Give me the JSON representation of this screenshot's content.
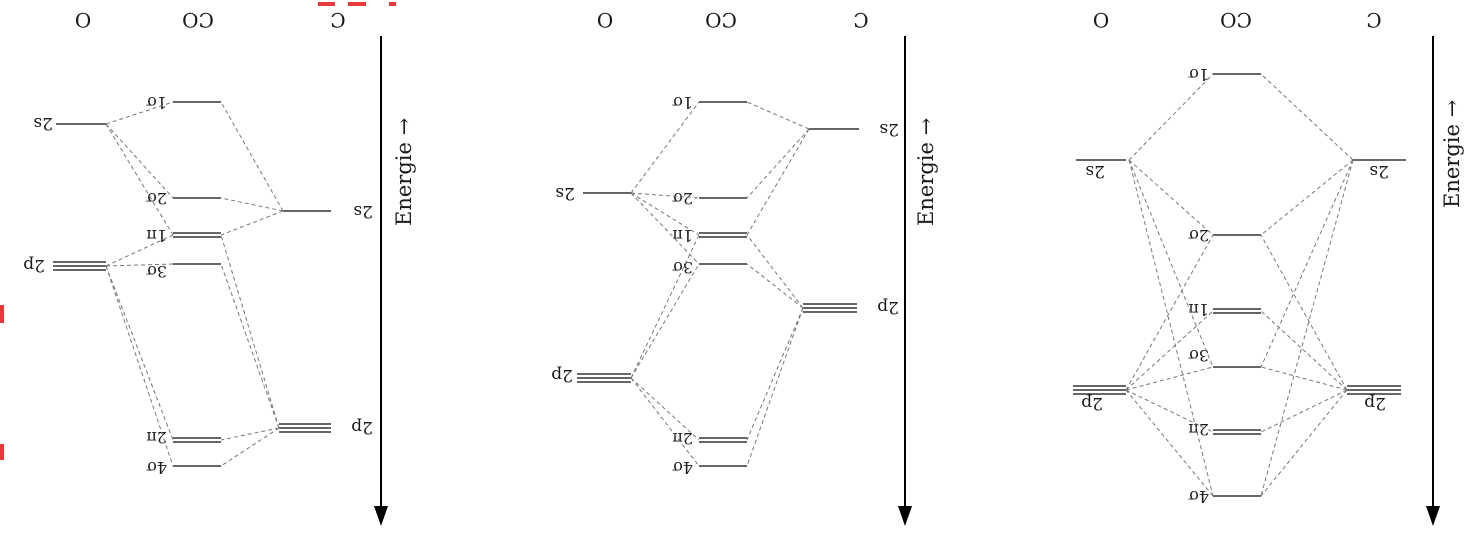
{
  "diagrams": [
    {
      "headers": {
        "c": "C",
        "co": "CO",
        "o": "O"
      },
      "energy_label": "Energie →",
      "atomic_orbitals": {
        "c_2s": "2s",
        "c_2p": "2p",
        "o_2s": "2s",
        "o_2p": "2p"
      },
      "molecular_orbitals": {
        "s1": "1σ",
        "s2": "2σ",
        "p1": "1π",
        "s3": "3σ",
        "p2": "2π",
        "s4": "4σ"
      }
    },
    {
      "headers": {
        "c": "C",
        "co": "CO",
        "o": "O"
      },
      "energy_label": "Energie →",
      "atomic_orbitals": {
        "c_2s": "2s",
        "c_2p": "2p",
        "o_2s": "2s",
        "o_2p": "2p"
      },
      "molecular_orbitals": {
        "s1": "1σ",
        "s2": "2σ",
        "p1": "1π",
        "s3": "3σ",
        "p2": "2π",
        "s4": "4σ"
      }
    },
    {
      "headers": {
        "c": "C",
        "co": "CO",
        "o": "O"
      },
      "energy_label": "Energie →",
      "atomic_orbitals": {
        "c_2s": "2s",
        "c_2p": "2p",
        "o_2s": "2s",
        "o_2p": "2p"
      },
      "molecular_orbitals": {
        "s1": "1σ",
        "s2": "2σ",
        "p1": "1π",
        "s3": "3σ",
        "p2": "2π",
        "s4": "4σ"
      }
    }
  ],
  "colors": {
    "line": "#333333",
    "dash": "#777777",
    "accent": "#e83a3a"
  }
}
